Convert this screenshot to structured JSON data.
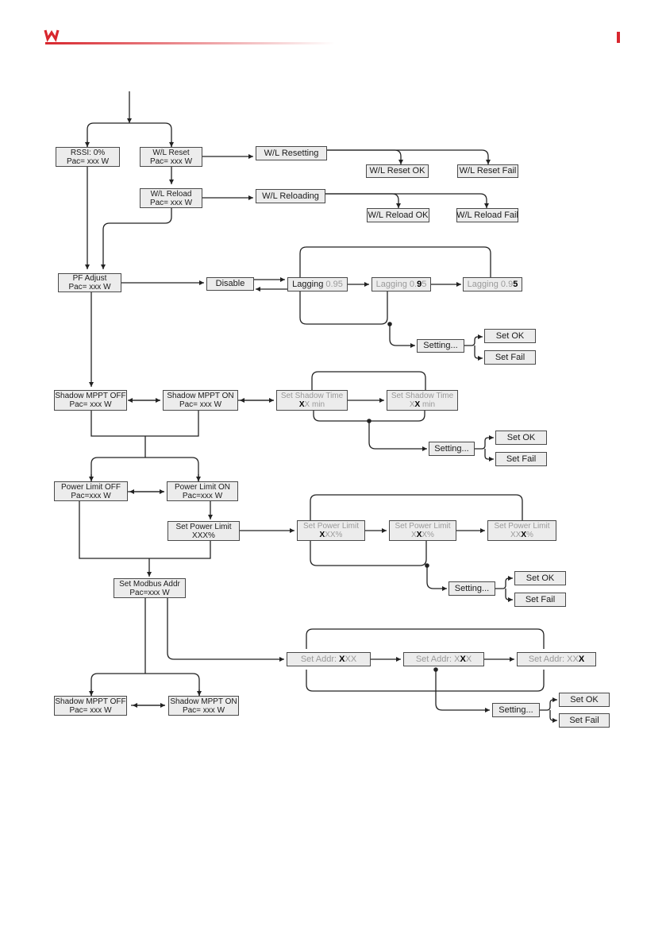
{
  "colors": {
    "brand": "#d8272e",
    "box_fill": "#ececec",
    "line": "#222222",
    "dim_text": "#9a9a9a"
  },
  "header": {
    "logo_icon": "goodwe-w-logo-icon",
    "right_marker": "red-bar-marker"
  },
  "flow": {
    "rssi": [
      "RSSI: 0%",
      "Pac= xxx W"
    ],
    "wl_reset": [
      "W/L  Reset",
      "Pac= xxx W"
    ],
    "wl_resetting": "W/L Resetting",
    "wl_reset_ok": "W/L Reset OK",
    "wl_reset_fail": "W/L Reset Fail",
    "wl_reload": [
      "W/L  Reload",
      "Pac= xxx W"
    ],
    "wl_reloading": "W/L Reloading",
    "wl_reload_ok": "W/L Reload OK",
    "wl_reload_fail": "W/L Reload Fail",
    "pf_adjust": [
      "PF Adjust",
      "Pac= xxx W"
    ],
    "disable": "Disable",
    "lagging": [
      {
        "pre": "Lagging ",
        "dim1": "0.",
        "b": "",
        "dim2": "95"
      },
      {
        "pre": "Lagging ",
        "dim1": "0.",
        "b": "9",
        "dim2": "5"
      },
      {
        "pre": "Lagging ",
        "dim1": "0.9",
        "b": "5",
        "dim2": ""
      }
    ],
    "pf_setting": "Setting...",
    "pf_set_ok": "Set OK",
    "pf_set_fail": "Set Fail",
    "shadow_off_1": [
      "Shadow MPPT OFF",
      "Pac= xxx W"
    ],
    "shadow_on_1": [
      "Shadow MPPT ON",
      "Pac= xxx W"
    ],
    "shadow_time": [
      {
        "line1": "Set Shadow Time",
        "b": "X",
        "rest": "X  min"
      },
      {
        "line1": "Set Shadow Time",
        "pre": "X",
        "b": "X",
        "rest": "  min"
      }
    ],
    "shadow_setting": "Setting...",
    "shadow_set_ok": "Set OK",
    "shadow_set_fail": "Set Fail",
    "power_limit_off": [
      "Power Limit OFF",
      "Pac=xxx W"
    ],
    "power_limit_on": [
      "Power Limit ON",
      "Pac=xxx W"
    ],
    "set_power_limit": [
      "Set Power Limit",
      "XXX%"
    ],
    "power_limit_values": [
      {
        "line1": "Set Power Limit",
        "pre": "",
        "b": "X",
        "rest": "XX%"
      },
      {
        "line1": "Set Power Limit",
        "pre": "X",
        "b": "X",
        "rest": "X%"
      },
      {
        "line1": "Set Power Limit",
        "pre": "XX",
        "b": "X",
        "rest": "%"
      }
    ],
    "pl_setting": "Setting...",
    "pl_set_ok": "Set OK",
    "pl_set_fail": "Set Fail",
    "modbus": [
      "Set Modbus Addr",
      "Pac=xxx W"
    ],
    "addr_values": [
      {
        "pre": "Set Addr: ",
        "b": "X",
        "rest": "XX"
      },
      {
        "pre": "Set Addr: X",
        "b": "X",
        "rest": "X"
      },
      {
        "pre": "Set Addr: XX",
        "b": "X",
        "rest": ""
      }
    ],
    "addr_setting": "Setting...",
    "addr_set_ok": "Set OK",
    "addr_set_fail": "Set Fail",
    "shadow_off_2": [
      "Shadow MPPT OFF",
      "Pac= xxx W"
    ],
    "shadow_on_2": [
      "Shadow MPPT ON",
      "Pac= xxx W"
    ]
  }
}
